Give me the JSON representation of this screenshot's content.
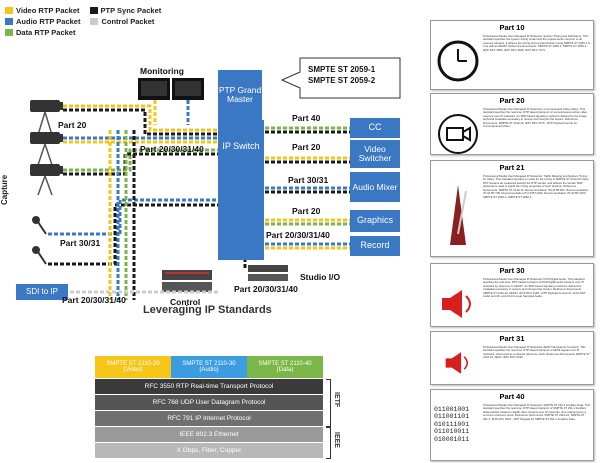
{
  "legend": {
    "video": {
      "label": "Video RTP Packet",
      "color": "#f5c518"
    },
    "ptp": {
      "label": "PTP Sync Packet",
      "color": "#1a1a1a"
    },
    "audio": {
      "label": "Audio RTP Packet",
      "color": "#3b78c4"
    },
    "control": {
      "label": "Control Packet",
      "color": "#cccccc"
    },
    "data": {
      "label": "Data RTP Packet",
      "color": "#7ab648"
    }
  },
  "diagram": {
    "monitoring": "Monitoring",
    "ptp_master": "PTP Grand Master",
    "callout": "SMPTE ST 2059-1\nSMPTE ST 2059-2",
    "ip_switch": "IP Switch",
    "capture": "Capture",
    "control": "Control",
    "sdi": "SDI to IP",
    "studio_io": "Studio I/O",
    "outputs": [
      "CC",
      "Video Switcher",
      "Audio Mixer",
      "Graphics",
      "Record"
    ],
    "part_labels": {
      "p20_cam": "Part 20",
      "p20_30_31_40_cam": "Part 20/30/31/40",
      "p30_31_mic": "Part 30/31",
      "p20_30_31_40_sdi": "Part 20/30/31/40",
      "p40_cc": "Part 40",
      "p20_vs": "Part 20",
      "p30_31_am": "Part 30/31",
      "p20_gr": "Part 20",
      "p20_30_31_40_rec": "Part 20/30/31/40",
      "p20_30_31_40_studio": "Part 20/30/31/40"
    }
  },
  "stack": {
    "title": "Leveraging IP Standards",
    "top": [
      {
        "label": "SMPTE ST 2110-20\n(Video)",
        "color": "#f5c518"
      },
      {
        "label": "SMPTE ST 2110-30\n(Audio)",
        "color": "#3b9ce0"
      },
      {
        "label": "SMPTE ST 2110-40\n(Data)",
        "color": "#7ab648"
      }
    ],
    "rows": [
      {
        "label": "RFC 3550 RTP Real-time Transport Protocol",
        "color": "#3a3a3a"
      },
      {
        "label": "RFC 768 UDP User Datagram Protocol",
        "color": "#555555"
      },
      {
        "label": "RFC 791 IP Internet Protocol",
        "color": "#707070"
      },
      {
        "label": "IEEE 802.3 Ethernet",
        "color": "#9a9a9a"
      },
      {
        "label": "X Gbps, Fiber, Copper",
        "color": "#b8b8b8"
      }
    ],
    "ietf": "IETF",
    "ieee": "IEEE"
  },
  "cards": [
    {
      "title": "Part 10",
      "icon": "clock",
      "text": "Professional Media Over Managed IP Networks: System Timing and Definitions. This standard specifies the system timing model and the requirements common to all essence streams. It defines the timing and synchronization using SMPTE ST 2059-1 & 2 as well as AES67. Reference Documents: SMPTE ST 2059-1, SMPTE ST 2059-2, IETF RFC 3550, IETF RFC 4566, IETF RFC 7273."
    },
    {
      "title": "Part 20",
      "icon": "camera",
      "text": "Professional Media Over Managed IP Networks: Uncompressed Active Video. This standard specifies the real-time, RTP-based transport of uncompressed active video essence over IP networks. An SDP-based signaling method is defined for the image technical metadata necessary to receive and interpret the stream. Reference Documents: SMPTE ST 2110-10, IETF RFC 4175 - RTP Payload Format for Uncompressed Video."
    },
    {
      "title": "Part 21",
      "icon": "metronome",
      "text": "Professional Media Over Managed IP Networks: Traffic Shaping and Delivery Timing for Video. This standard specifies a model for the timing of SMPTE ST 2110-20 Video RTP streams as measured leaving the RTP sender, and defines the sender SDP parameters used to signal the timing properties of such streams. Reference Documents: SMPTE ST 2110-10, Recommendation ITU-R BT.601, Recommendation ITU-R BT.709, Recommendation ITU-R BT.2020, Recommendation ITU-R BT.2100, SMPTE ST 2081-1, SMPTE ST 2082-1."
    },
    {
      "title": "Part 30",
      "icon": "speaker",
      "text": "Professional Media Over Managed IP Networks: PCM Digital Audio. This standard specifies the real-time, RTP-based transport of PCM digital audio streams over IP networks by reference to AES67. An SDP-based signaling method is defined for metadata necessary to receive and interpret the stream. Reference Documents: SMPTE ST 2110-10, AES67, IETF RFC 3190 - RTP Payload Format for 12-bit DAT Audio and 20- and 24-bit Linear Sampled Audio."
    },
    {
      "title": "Part 31",
      "icon": "speaker",
      "text": "Professional Media Over Managed IP Networks: AES3 Transparent Transport. This standard specifies the real-time, RTP-based transport of AES3 signals over IP networks, referenced to a network reference clock. Reference Documents: SMPTE ST 2110-10, AES3, IETF RFC 3190."
    },
    {
      "title": "Part 40",
      "icon": "binary",
      "text": "Professional Media Over Managed IP Networks: SMPTE ST 291-1 Ancillary Data. This standard specifies the real-time, RTP-based transport of SMPTE ST 291-1 Ancillary Data packets related to digital video streams over IP networks, time referenced to a common reference clock. Reference Documents: SMPTE ST 2110-10, SMPTE ST 291-1, IETF RFC 8331 - RTP Payload for SMPTE ST 291-1 Ancillary Data."
    }
  ]
}
